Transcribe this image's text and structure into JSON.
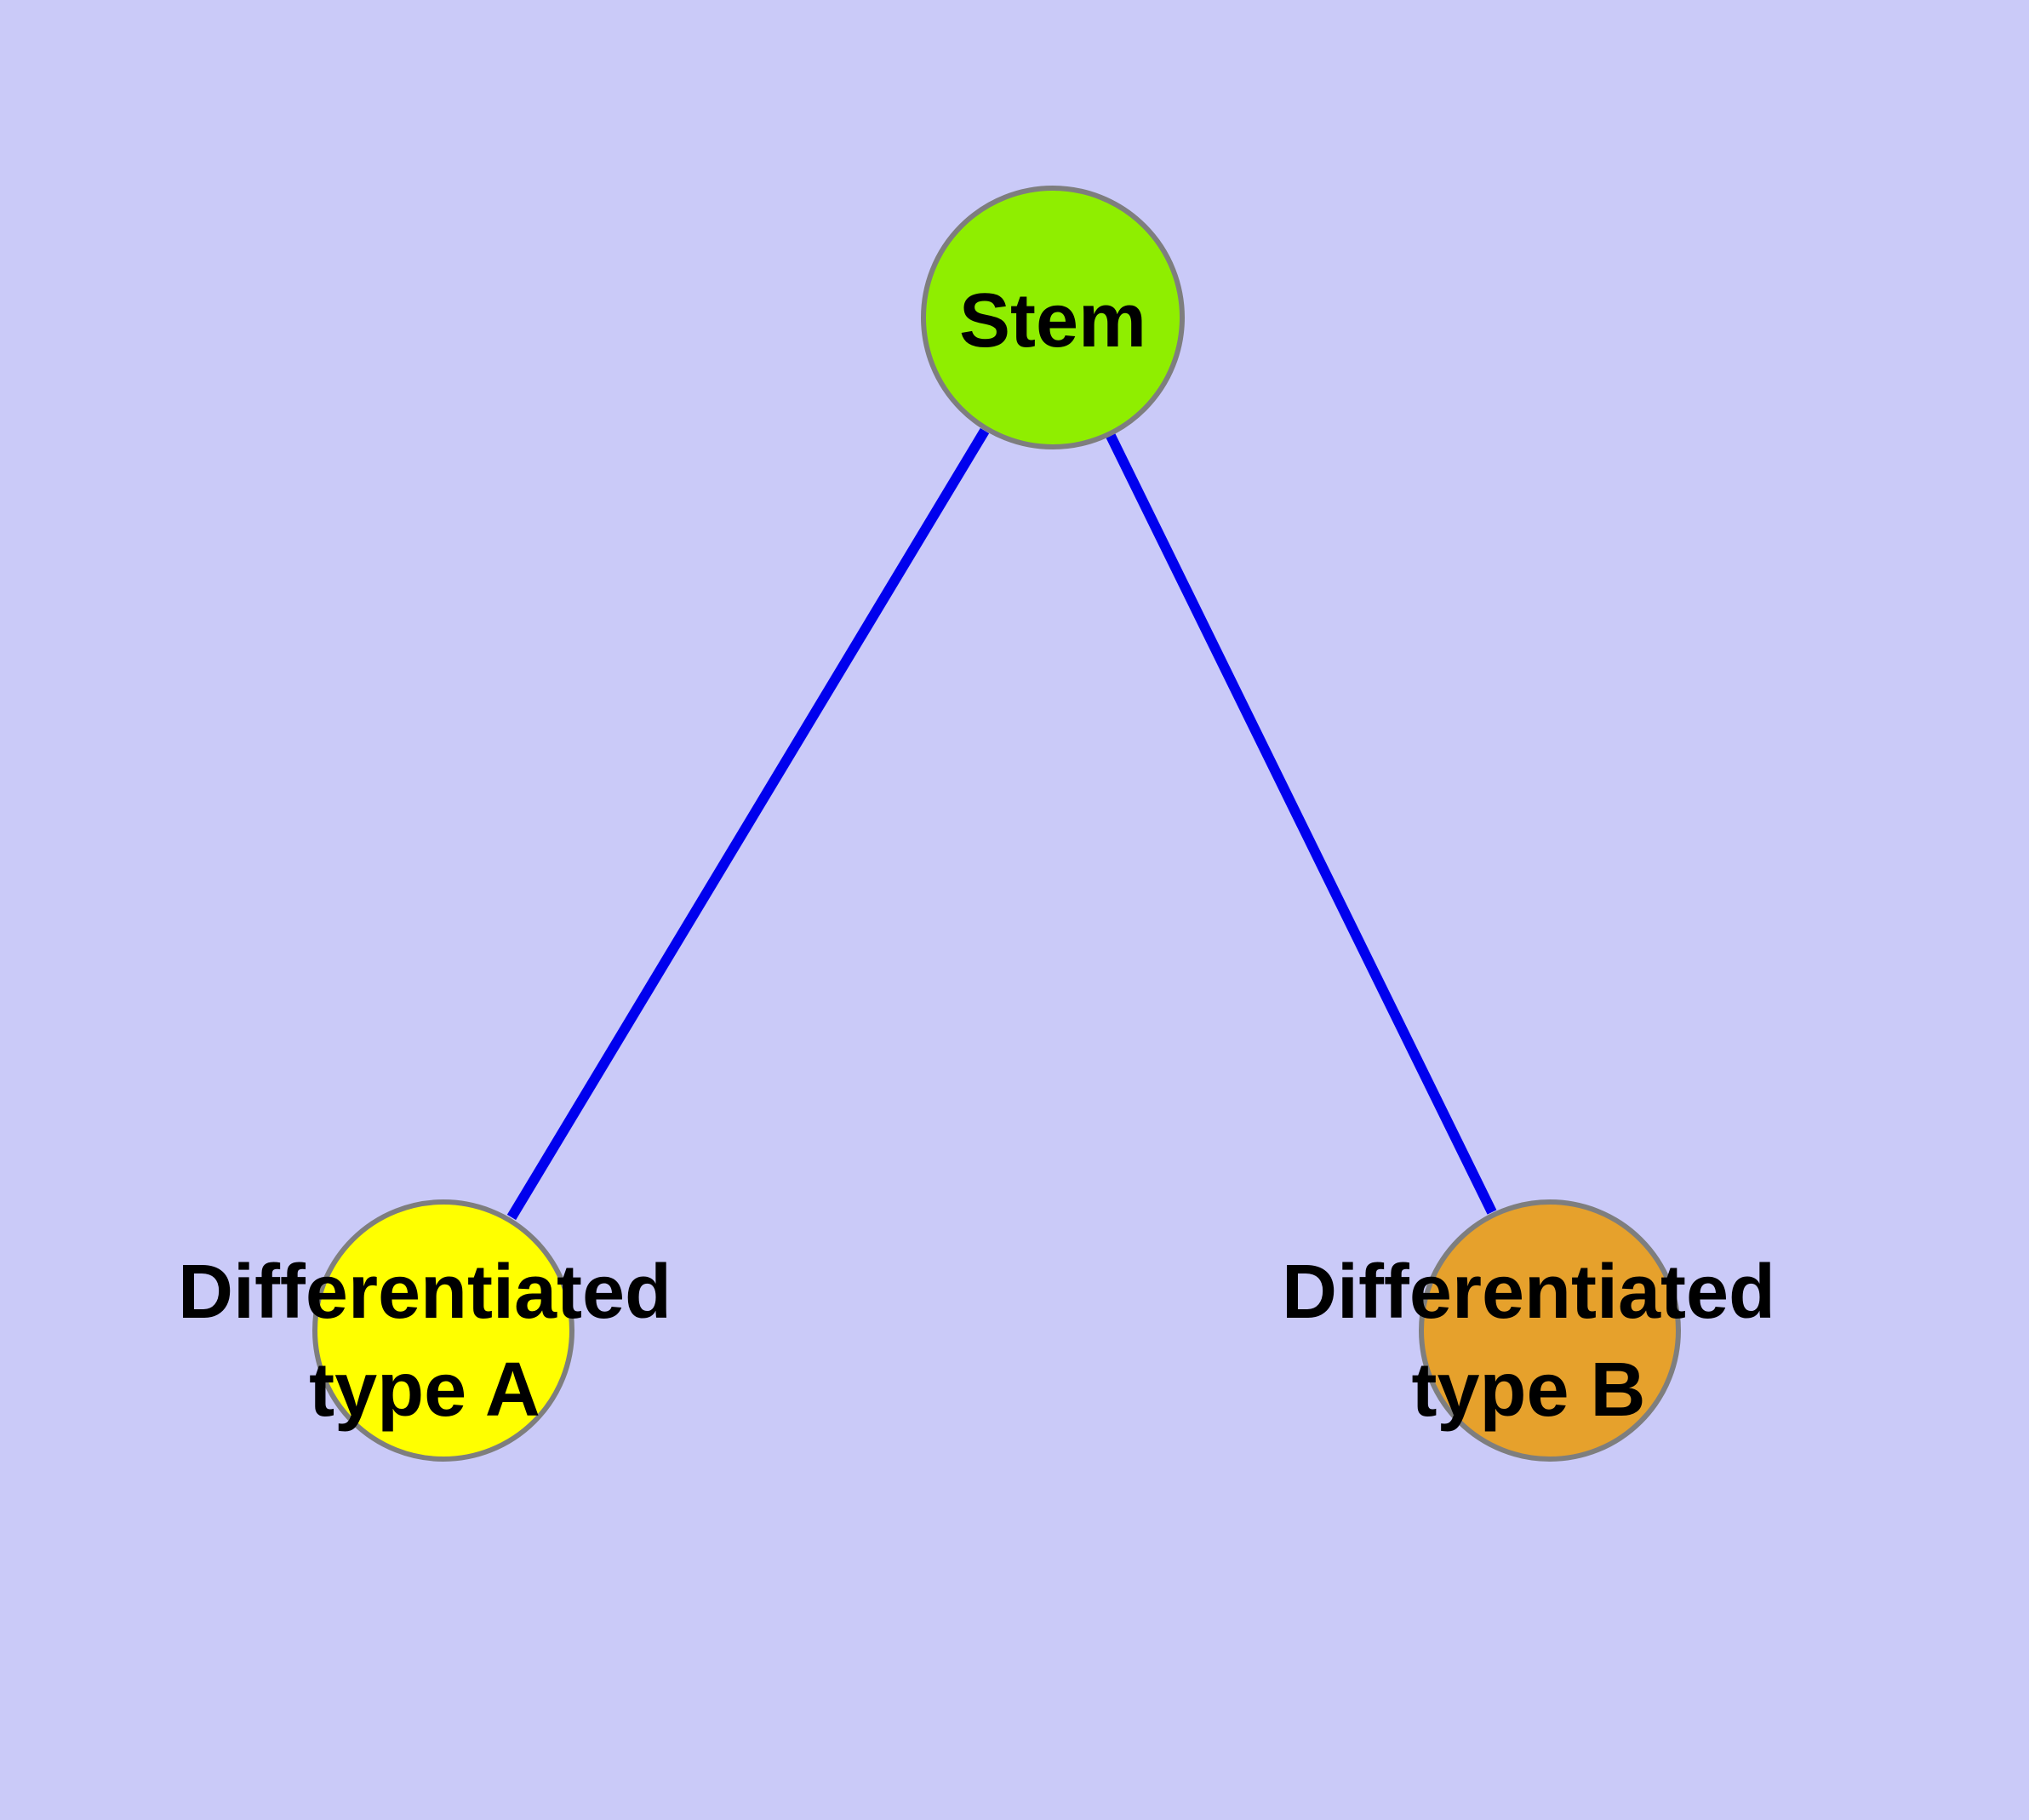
{
  "background_color": "#CACAF8",
  "diagram": {
    "type": "node-link-graph",
    "description": "Stem cell differentiation diagram: a stem node with two edges leading to two differentiated cell type nodes",
    "edge_color": "#0000EE",
    "node_border_color": "#7E7E7E",
    "text_color": "#000000",
    "nodes": [
      {
        "id": "stem",
        "label": "Stem",
        "line1": "Stem",
        "line2": "",
        "fill": "#8FEE00",
        "shape": "circle"
      },
      {
        "id": "differentiated-type-a",
        "label": "Differentiated type A",
        "line1": "Differentiated",
        "line2": "type A",
        "fill": "#FFFF00",
        "shape": "circle"
      },
      {
        "id": "differentiated-type-b",
        "label": "Differentiated type B",
        "line1": "Differentiated",
        "line2": "type B",
        "fill": "#E6A12C",
        "shape": "circle"
      }
    ],
    "edges": [
      {
        "from": "Stem",
        "to": "Differentiated type A"
      },
      {
        "from": "Stem",
        "to": "Differentiated type B"
      }
    ]
  }
}
